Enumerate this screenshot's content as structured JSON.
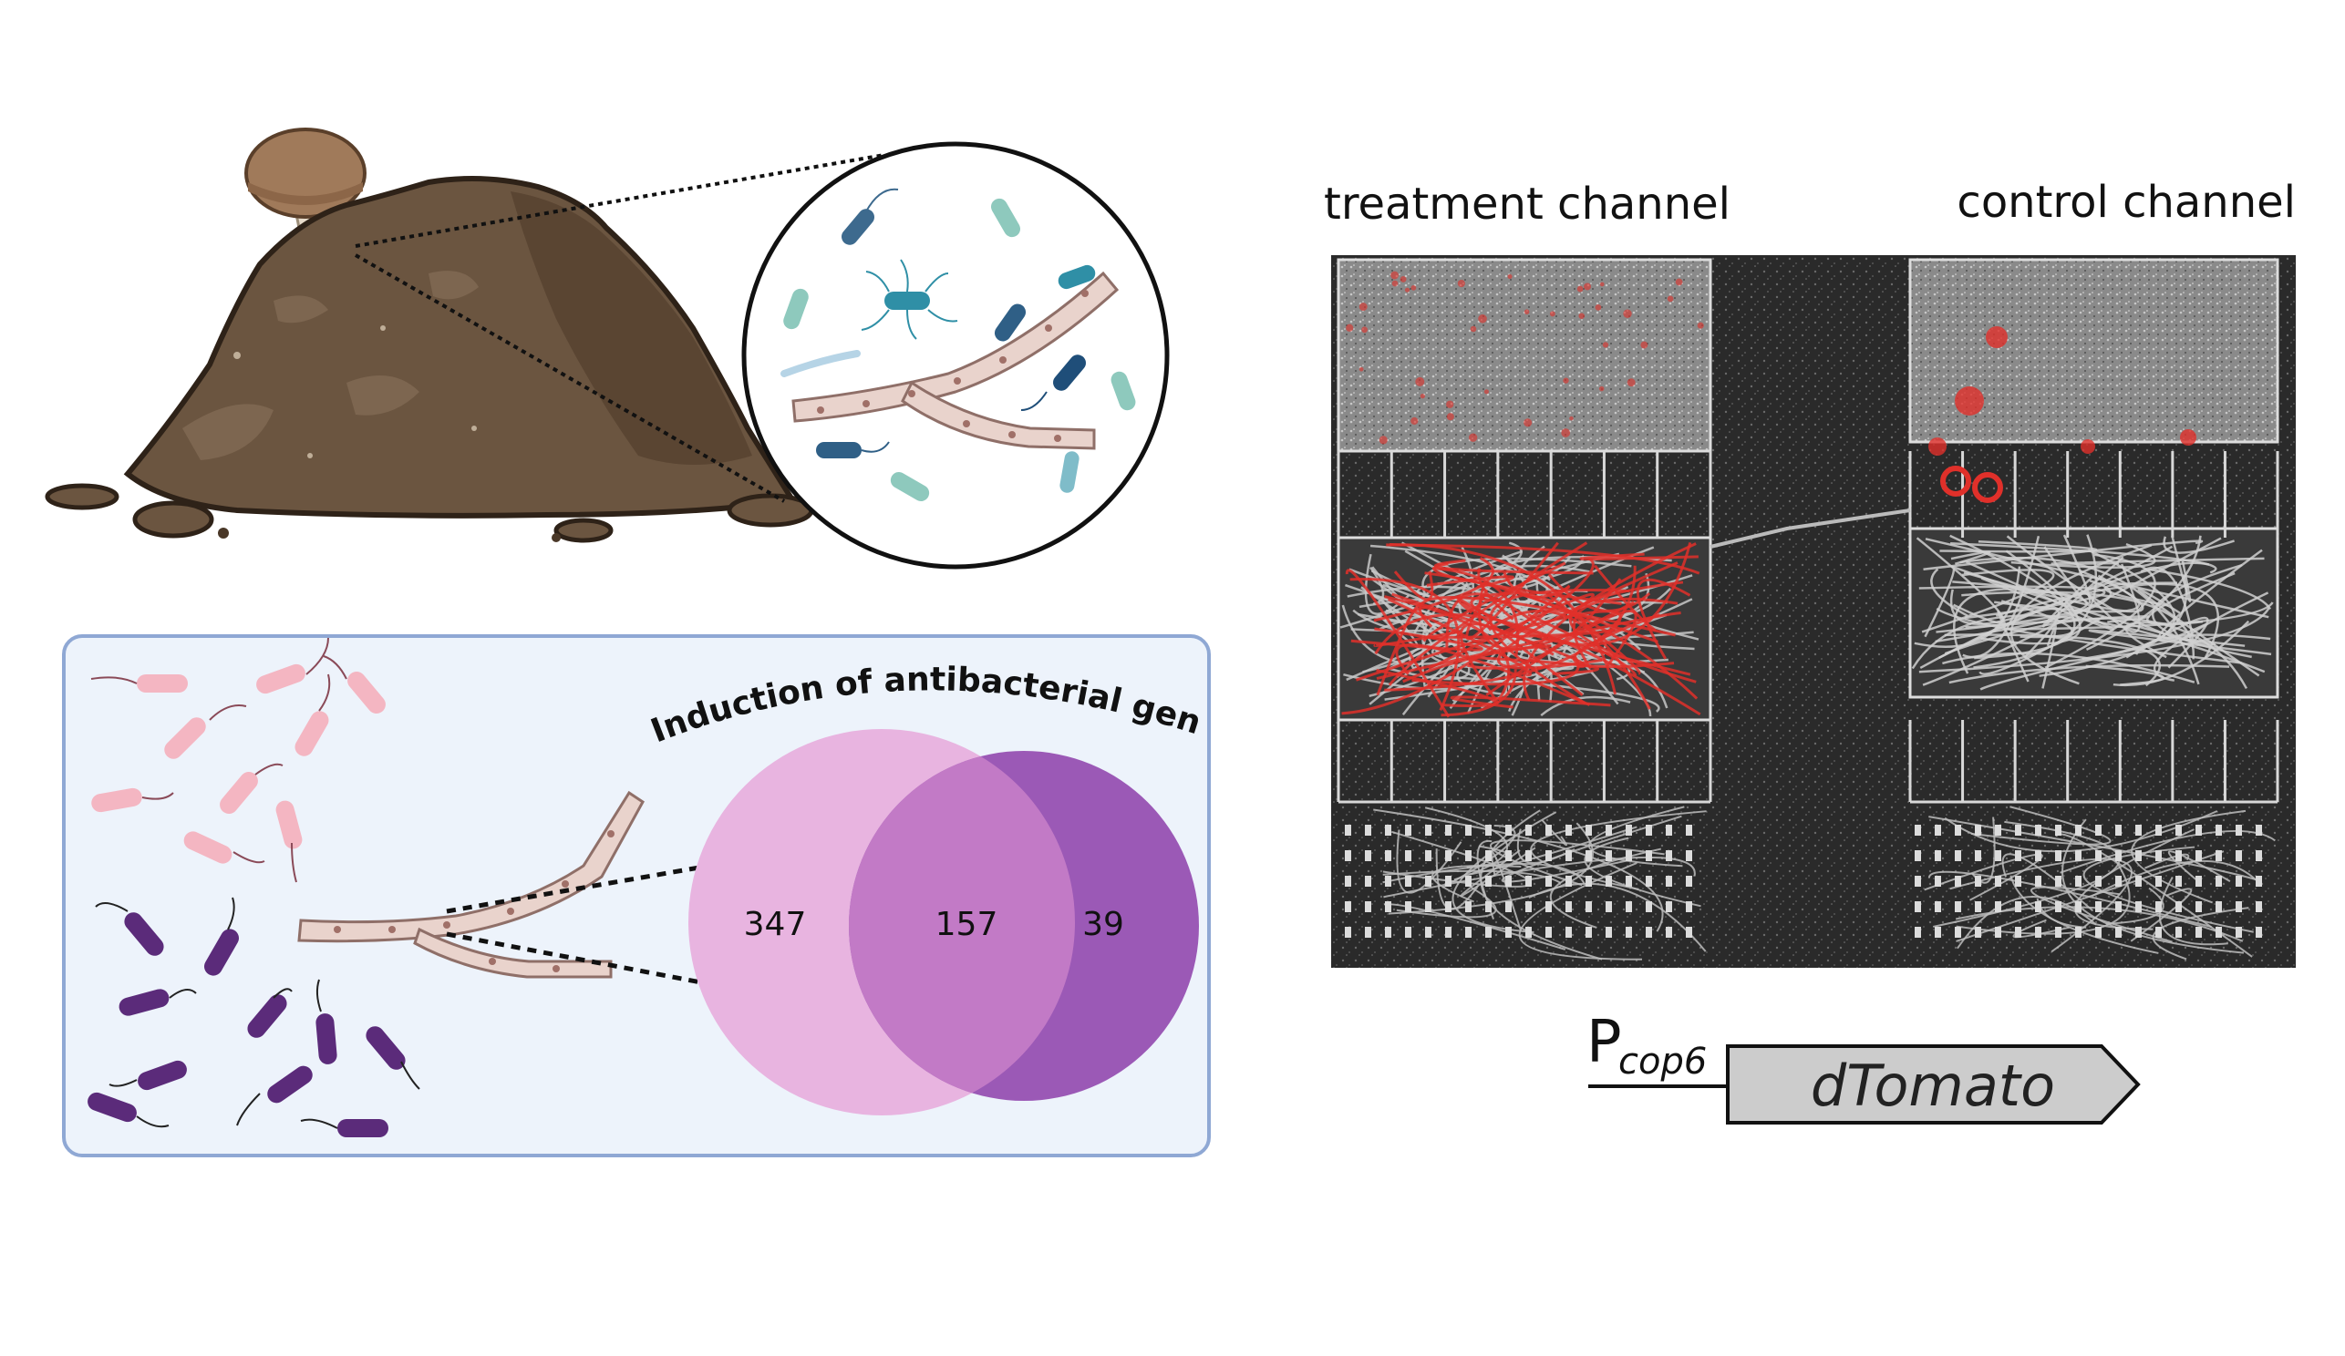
{
  "figure": {
    "top_left": {
      "soil_scene": {
        "icons": [
          "mushroom-icon",
          "soil-mound-icon"
        ]
      },
      "microbe_zoom": {
        "icons": [
          "magnifier-circle-icon",
          "bacteria-icon",
          "hyphae-icon"
        ]
      }
    },
    "venn_panel": {
      "title": "Induction of antibacterial genes",
      "sets": [
        {
          "id": "A",
          "color": "#e8b4e0",
          "only_count": "347"
        },
        {
          "id": "B",
          "color": "#9b59b6",
          "only_count": "39"
        }
      ],
      "overlap_count": "157",
      "overlap_color": "#c27ac6",
      "panel_bg": "#edf3fb",
      "panel_border": "#8fa8d4",
      "bacteria_colors": {
        "pink": "#f4b6c2",
        "purple": "#5b2b7a"
      }
    },
    "microscopy": {
      "treatment_label": "treatment channel",
      "control_label": "control channel",
      "fluorescence_color": "#e0302a"
    },
    "construct": {
      "promoter_letter": "P",
      "promoter_subscript": "cop6",
      "gene_label": "dTomato",
      "gene_fill": "#cccccc"
    }
  }
}
